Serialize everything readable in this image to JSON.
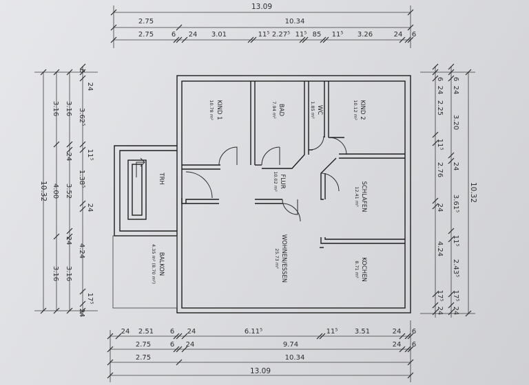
{
  "rooms": {
    "kind1": {
      "name": "KIND 1",
      "area": "10.78 m²"
    },
    "bad": {
      "name": "BAD",
      "area": "7.94 m²"
    },
    "wc": {
      "name": "WC",
      "area": "1.85 m²"
    },
    "kind2": {
      "name": "KIND 2",
      "area": "10.12 m²"
    },
    "trh": {
      "name": "TRH",
      "area": ""
    },
    "flur": {
      "name": "FLUR",
      "area": "10.02 m²"
    },
    "schlafen": {
      "name": "SCHLAFEN",
      "area": "12.41 m²"
    },
    "wohnen": {
      "name": "WOHNEN/ESSEN",
      "area": "25.73 m²"
    },
    "kochen": {
      "name": "KOCHEN",
      "area": "8.71 m²"
    },
    "balkon": {
      "name": "BALKON",
      "area": "4.35 m² (8.70 m²)"
    }
  },
  "top_dims": {
    "row1": [
      "13.09"
    ],
    "row2": [
      "2.75",
      "10.34"
    ],
    "row3": [
      "2.75",
      "6",
      "24",
      "3.01",
      "11⁵",
      "2.27⁵",
      "11⁵",
      "85",
      "11⁵",
      "3.26",
      "24",
      "6"
    ]
  },
  "bottom_dims": {
    "row1": [
      "24",
      "2.51",
      "6",
      "24",
      "6.11⁵",
      "11⁵",
      "3.51",
      "24",
      "6"
    ],
    "row2": [
      "2.75",
      "6",
      "24",
      "9.74",
      "24",
      "6"
    ],
    "row3": [
      "2.75",
      "10.34"
    ],
    "row4": [
      "13.09"
    ]
  },
  "left_dims": {
    "col1": [
      "10.32"
    ],
    "col2": [
      "3.16",
      "4.00",
      "3.16"
    ],
    "col3": [
      "3.16",
      "24",
      "3.52",
      "24",
      "3.16"
    ],
    "col4": [
      "6",
      "24",
      "3.62⁵",
      "11⁵",
      "1.38⁵",
      "24",
      "4.24",
      "17⁵",
      "24"
    ]
  },
  "right_dims": {
    "col1": [
      "6",
      "24",
      "2.25",
      "11⁵",
      "2.76",
      "24",
      "4.24",
      "17⁵",
      "24"
    ],
    "col2": [
      "6",
      "24",
      "3.20",
      "24",
      "3.61⁵",
      "11⁵",
      "2.43⁵",
      "17⁵",
      "24"
    ],
    "col3": [
      "10.32"
    ]
  }
}
